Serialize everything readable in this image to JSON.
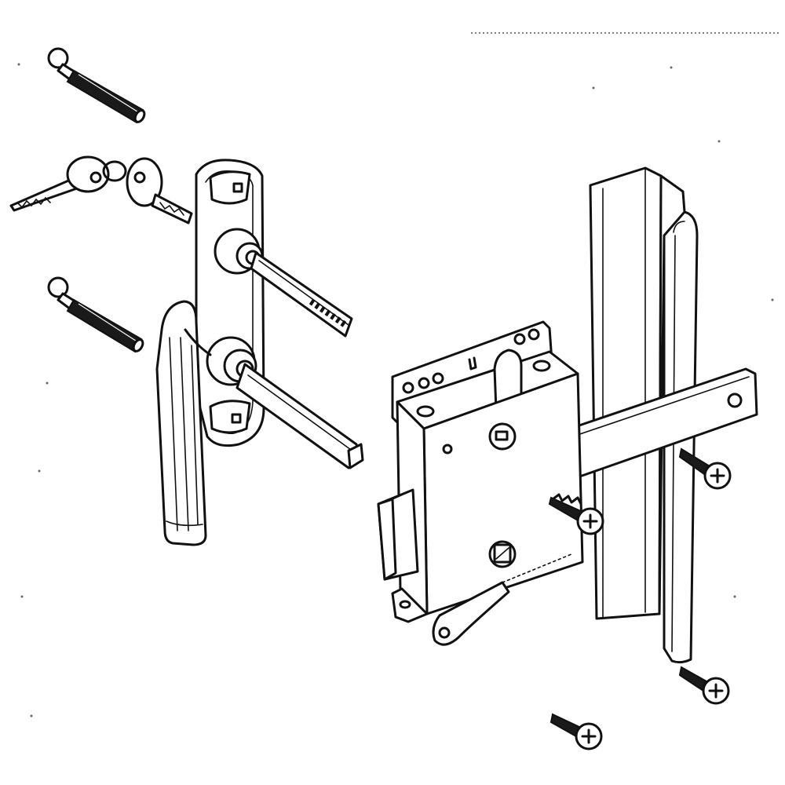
{
  "figure": {
    "title": "",
    "background": "#ffffff",
    "line_color": "#111111",
    "parts": [
      {
        "name": "bolt-upper",
        "shape": "threaded-bolt"
      },
      {
        "name": "bolt-lower",
        "shape": "threaded-bolt"
      },
      {
        "name": "keys",
        "shape": "key-pair-on-ring"
      },
      {
        "name": "outside-handle",
        "shape": "t-handle-with-lock-cylinder"
      },
      {
        "name": "lock-tailpiece",
        "shape": "flat-spindle"
      },
      {
        "name": "handle-spindle",
        "shape": "square-spindle"
      },
      {
        "name": "lock-mechanism",
        "shape": "mortise-lock-box"
      },
      {
        "name": "track-bracket",
        "shape": "vertical-channel"
      },
      {
        "name": "locking-bar",
        "shape": "flat-bar"
      },
      {
        "name": "screws",
        "count": 4,
        "shape": "phillips-screw"
      }
    ]
  }
}
